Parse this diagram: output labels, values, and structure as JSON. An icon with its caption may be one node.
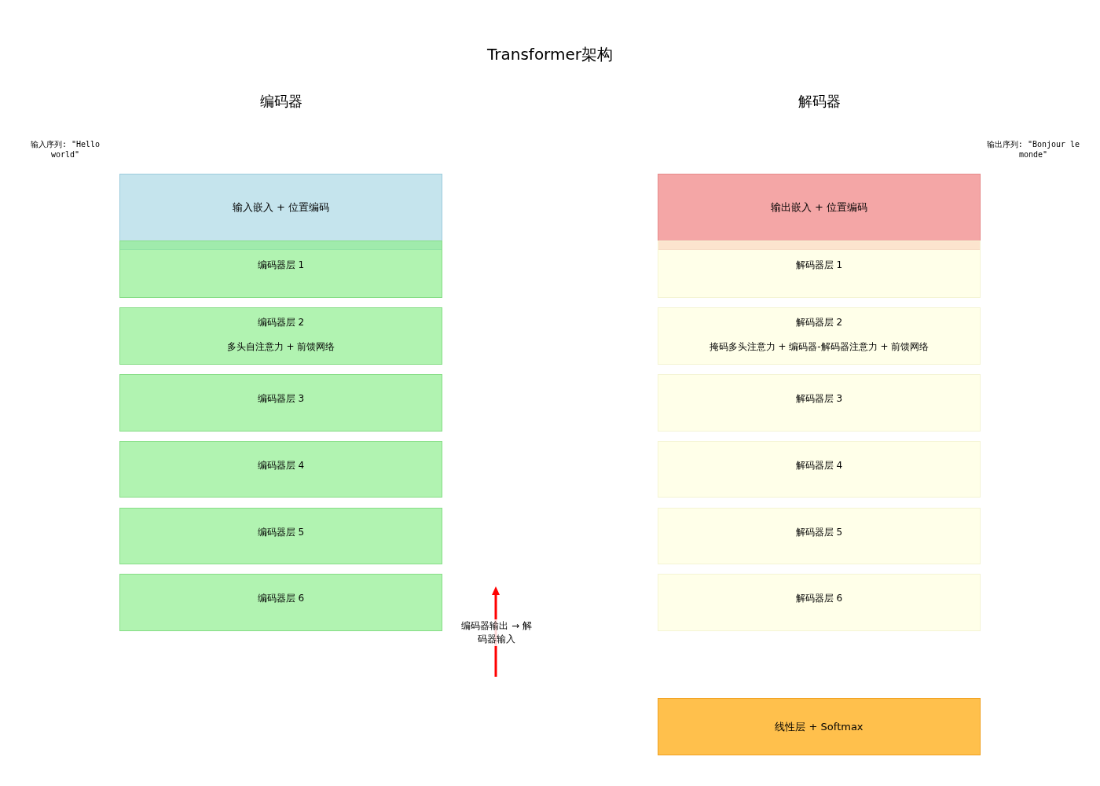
{
  "diagram": {
    "title": "Transformer架构",
    "nodes": [
      {
        "text": [
          "输入嵌入 + 位置编码"
        ]
      },
      {
        "text": [
          "编码器层 1"
        ]
      },
      {
        "text": [
          "编码器层 2",
          "多头自注意力 + 前馈网络"
        ]
      },
      {
        "text": [
          "编码器层 3"
        ]
      },
      {
        "text": [
          "编码器层 4"
        ]
      },
      {
        "text": [
          "编码器层 5"
        ]
      },
      {
        "text": [
          "编码器层 6"
        ]
      },
      {
        "text": [
          "输出嵌入 + 位置编码"
        ]
      },
      {
        "text": [
          "解码器层 1"
        ]
      },
      {
        "text": [
          "解码器层 2",
          "掩码多头注意力 + 编码器-解码器注意力 + 前馈网络"
        ]
      },
      {
        "text": [
          "解码器层 3"
        ]
      },
      {
        "text": [
          "解码器层 4"
        ]
      },
      {
        "text": [
          "解码器层 5"
        ]
      },
      {
        "text": [
          "解码器层 6"
        ]
      },
      {
        "text": [
          "线性层 + Softmax"
        ]
      }
    ],
    "edges": [],
    "labels": [
      "编码器",
      "解码器",
      "输入序列: \"Hello world\"",
      "输出序列: \"Bonjour le monde\"",
      "编码器输出 → 解码器输入"
    ]
  }
}
